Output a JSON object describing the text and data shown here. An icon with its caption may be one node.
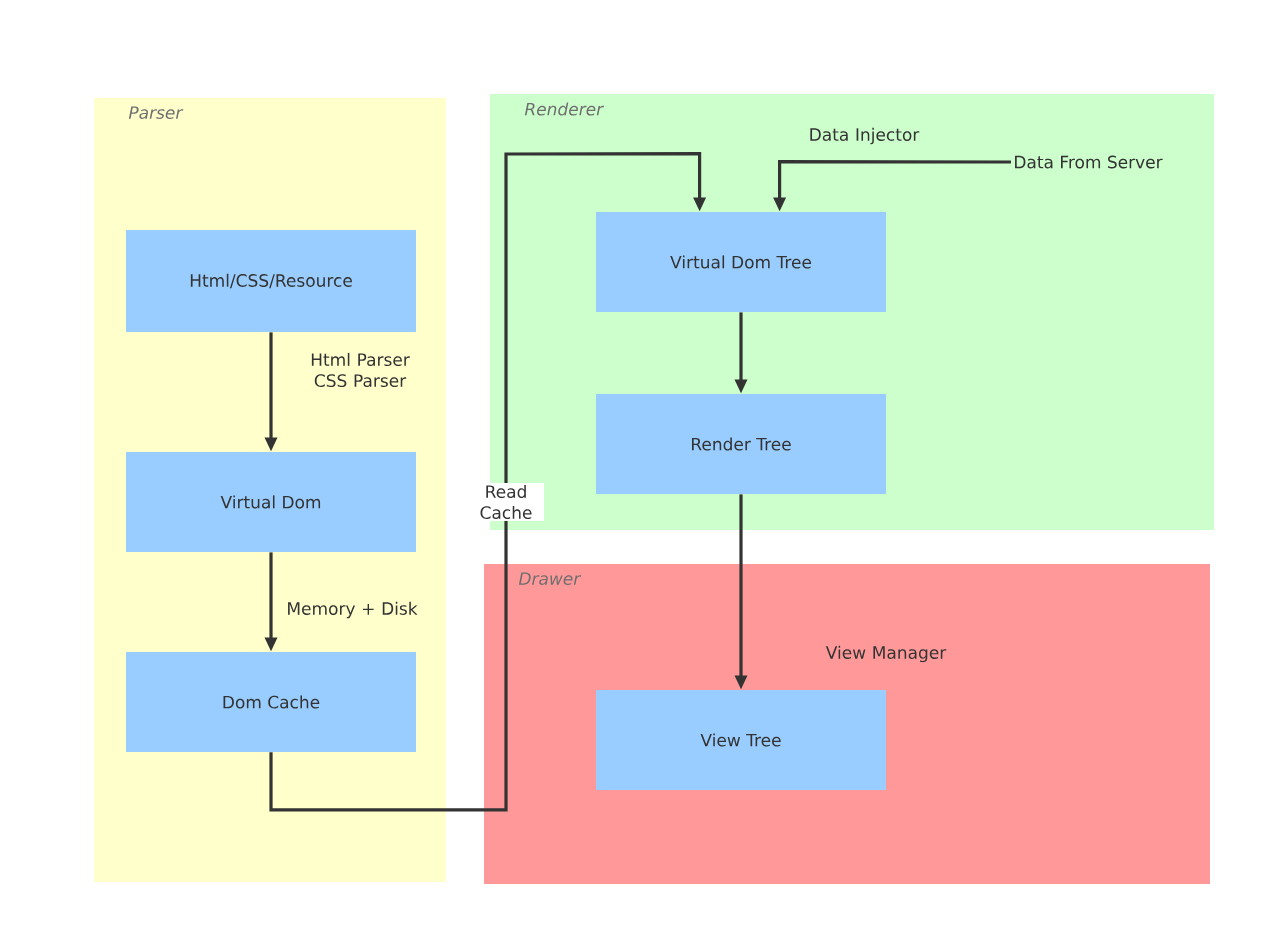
{
  "diagram": {
    "nodes": [
      {
        "text": [
          "Parser"
        ]
      },
      {
        "text": [
          "Html/CSS/Resource"
        ],
        "in": 0
      },
      {
        "text": [
          "Virtual Dom"
        ],
        "in": 0
      },
      {
        "text": [
          "Dom Cache"
        ],
        "in": 0
      },
      {
        "text": [
          "Renderer"
        ]
      },
      {
        "text": [
          "Virtual Dom Tree"
        ],
        "in": 4
      },
      {
        "text": [
          "Render Tree"
        ],
        "in": 4
      },
      {
        "text": [
          "Drawer"
        ]
      },
      {
        "text": [
          "View Tree"
        ],
        "in": 7
      },
      {
        "text": [
          "Data From Server"
        ],
        "in": 4
      }
    ],
    "edges": [
      {
        "from": 1,
        "to": 2,
        "arrow": "to",
        "label": "Html Parser CSS Parser"
      },
      {
        "from": 2,
        "to": 3,
        "arrow": "to",
        "label": "Memory + Disk"
      },
      {
        "from": 3,
        "to": 5,
        "arrow": "to",
        "label": "Read Cache"
      },
      {
        "from": 9,
        "to": 5,
        "arrow": "to",
        "label": "Data Injector"
      },
      {
        "from": 5,
        "to": 6,
        "arrow": "to"
      },
      {
        "from": 6,
        "to": 8,
        "arrow": "to",
        "label": "View Manager"
      }
    ]
  }
}
